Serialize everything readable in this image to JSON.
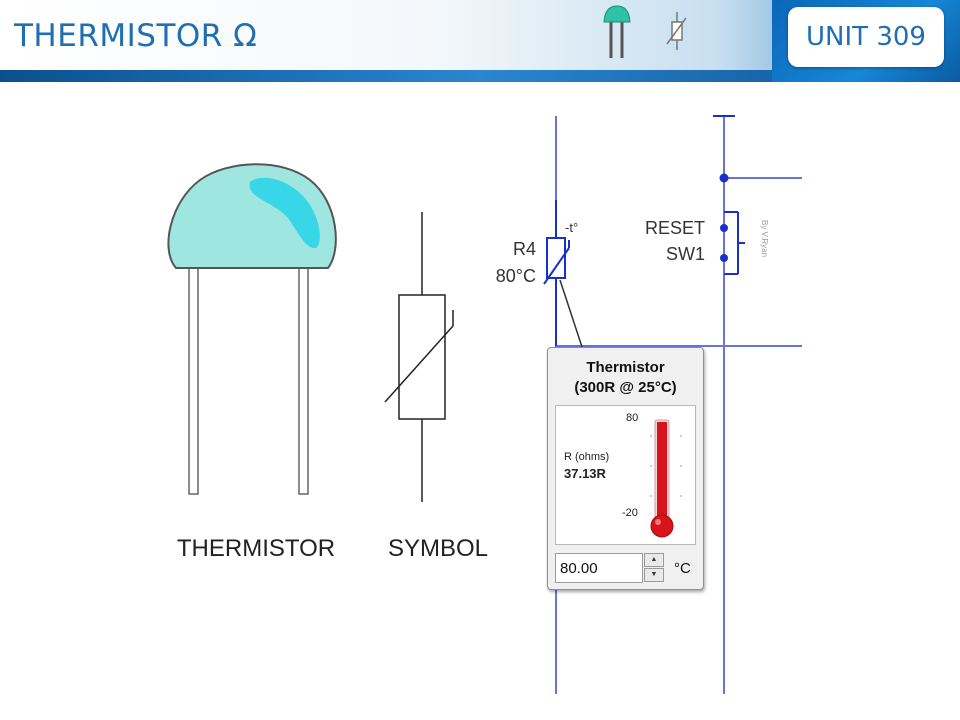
{
  "header": {
    "title": "THERMISTOR Ω",
    "unit_badge": "UNIT 309"
  },
  "diagram": {
    "component_label": "THERMISTOR",
    "symbol_label": "SYMBOL",
    "circuit": {
      "thermistor_designator": "R4",
      "thermistor_temp": "80°C",
      "thermistor_marking": "-t°",
      "switch_name": "RESET",
      "switch_designator": "SW1",
      "credit": "By V.Ryan"
    }
  },
  "popup": {
    "title_line1": "Thermistor",
    "title_line2": "(300R @ 25°C)",
    "scale_max": "80",
    "scale_min": "-20",
    "reading_label": "R (ohms)",
    "reading_value": "37.13R",
    "temperature_input": "80.00",
    "temperature_unit": "°C",
    "thermometer_level": 1.0
  },
  "colors": {
    "brand_blue": "#1f6fb2",
    "wire_blue": "#6b72d8",
    "node_blue": "#1a2fd0",
    "bead_fill": "#9fe6e0",
    "bead_highlight": "#38d6e6",
    "thermometer_red": "#d8131b"
  }
}
